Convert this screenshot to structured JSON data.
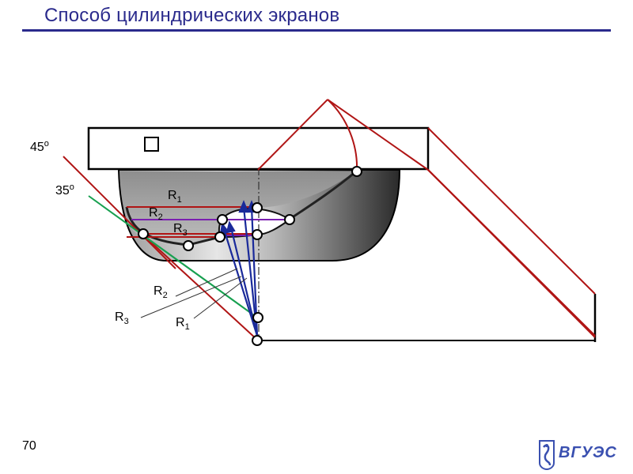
{
  "title": "Способ цилиндрических экранов",
  "page_number": "70",
  "logo_text": "ВГУЭС",
  "labels": {
    "angle_45": "45",
    "angle_35": "35",
    "degree": "o",
    "r1_top": "R",
    "r2_top": "R",
    "r3_top": "R",
    "r2_bottom": "R",
    "r3_bottom": "R",
    "r1_bottom": "R",
    "sub_1": "1",
    "sub_2": "2",
    "sub_3": "3"
  },
  "colors": {
    "title": "#2a2a8c",
    "dark_red": "#b01515",
    "green": "#18a050",
    "navy": "#1a2a9a",
    "purple": "#7a1fb0"
  }
}
